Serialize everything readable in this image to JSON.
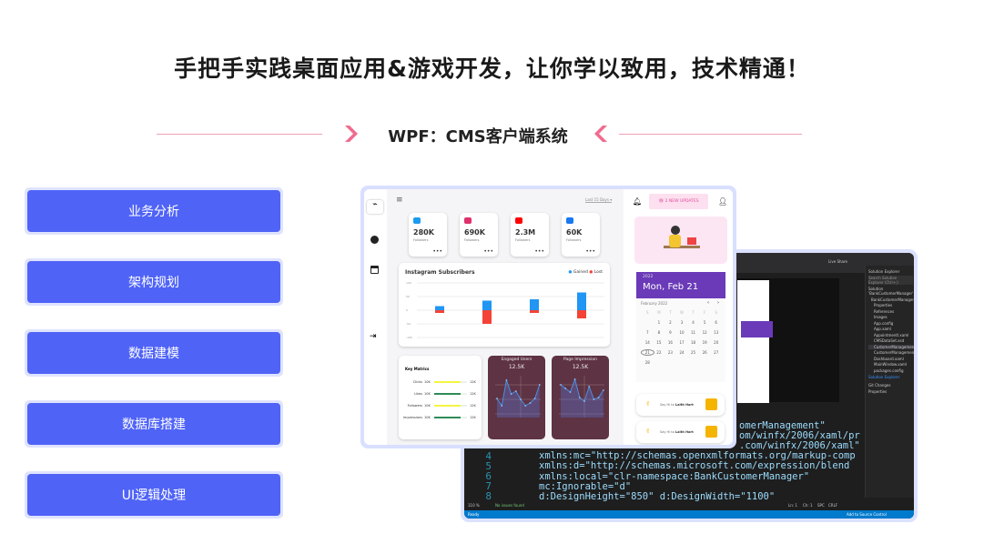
{
  "headline": "手把手实践桌面应用&游戏开发，让你学以致用，技术精通！",
  "subtitle": "WPF：CMS客户端系统",
  "accent": "#4f63f7",
  "steps": [
    "业务分析",
    "架构规划",
    "数据建模",
    "数据库搭建",
    "UI逻辑处理"
  ],
  "dashboard": {
    "range": "Last 15 Days",
    "updates": "2 NEW UPDATES",
    "stats": [
      {
        "icon": "twitter-icon",
        "value": "280K",
        "label": "Followers",
        "color": "#1d9bf0"
      },
      {
        "icon": "instagram-icon",
        "value": "690K",
        "label": "Followers",
        "color": "#e1306c"
      },
      {
        "icon": "youtube-icon",
        "value": "2.3M",
        "label": "Followers",
        "color": "#ff0000"
      },
      {
        "icon": "facebook-icon",
        "value": "60K",
        "label": "Followers",
        "color": "#1877f2"
      }
    ],
    "chart_title": "Instagram Subscribers",
    "legend": [
      "Gained",
      "Lost"
    ],
    "metrics_title": "Key Matrics",
    "metrics": [
      {
        "name": "Clicks",
        "min": "10K",
        "max": "12K",
        "fill": 0.8,
        "color": "#f5f542"
      },
      {
        "name": "Likes",
        "min": "10K",
        "max": "12K",
        "fill": 0.8,
        "color": "#2e8b57"
      },
      {
        "name": "Followers",
        "min": "10K",
        "max": "12K",
        "fill": 0.8,
        "color": "#f5f542"
      },
      {
        "name": "Impressions",
        "min": "10K",
        "max": "12K",
        "fill": 0.8,
        "color": "#2e8b57"
      }
    ],
    "engaged": {
      "title": "Engaged Users",
      "value": "12.5K"
    },
    "impressions": {
      "title": "Page Impression",
      "value": "12.5K"
    },
    "date_year": "2022",
    "date": "Mon, Feb 21",
    "month": "February 2022",
    "today": 21,
    "weekdays": [
      "S",
      "M",
      "T",
      "W",
      "T",
      "F",
      "S"
    ],
    "greeting": "Say Hi to",
    "greeting_name": "Laith Hart"
  },
  "chart_data": {
    "type": "bar",
    "title": "Instagram Subscribers",
    "ylim": [
      -100,
      100
    ],
    "yticks": [
      100,
      50,
      0,
      -50,
      -100
    ],
    "series": [
      {
        "name": "Gained",
        "values": [
          15,
          35,
          40,
          65
        ],
        "color": "#2196f3"
      },
      {
        "name": "Lost",
        "values": [
          -10,
          -50,
          -10,
          -30
        ],
        "color": "#f44336"
      }
    ]
  },
  "vs": {
    "live_share": "Live Share",
    "solution_explorer": "Solution Explorer",
    "search": "Search Solution Explorer (Ctrl+;)",
    "tree": [
      "Solution 'BankCustomerManager'",
      "BankCustomerManager",
      "Properties",
      "References",
      "Images",
      "App.config",
      "App.xaml",
      "AppointmentI.xaml",
      "CMSDataSet.xsd",
      "CustomerManagement.xaml",
      "CustomerManagement.",
      "Dashboard.xaml",
      "MainWindow.xaml",
      "packages.config"
    ],
    "tabs": [
      "Solution Explorer",
      "Git Changes"
    ],
    "properties": "Properties",
    "code": [
      {
        "n": "",
        "t": "                 omerManagement\""
      },
      {
        "n": "",
        "t": "                 om/winfx/2006/xaml/pr"
      },
      {
        "n": "",
        "t": "                 .com/winfx/2006/xaml\""
      },
      {
        "n": "4",
        "t": "xmlns:mc=\"http://schemas.openxmlformats.org/markup-comp"
      },
      {
        "n": "5",
        "t": "xmlns:d=\"http://schemas.microsoft.com/expression/blend"
      },
      {
        "n": "6",
        "t": "xmlns:local=\"clr-namespace:BankCustomerManager\""
      },
      {
        "n": "7",
        "t": "mc:Ignorable=\"d\""
      },
      {
        "n": "8",
        "t": "d:DesignHeight=\"850\" d:DesignWidth=\"1100\""
      }
    ],
    "zoom": "110 %",
    "issues": "No issues found",
    "pos": [
      "Ln: 1",
      "Ch: 1",
      "SPC",
      "CRLF"
    ],
    "status": "Ready",
    "source_control": "Add to Source Control"
  }
}
